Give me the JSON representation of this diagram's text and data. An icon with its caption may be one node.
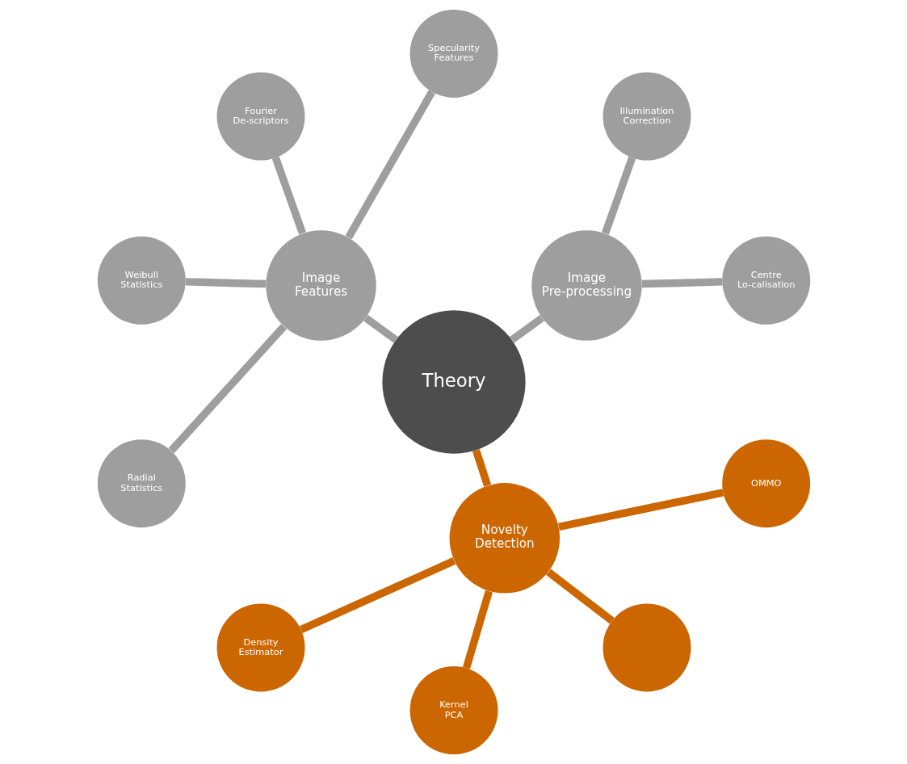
{
  "diagram": {
    "nodes": [
      {
        "text": [
          "Theory"
        ]
      },
      {
        "text": [
          "Image Pre-processing"
        ]
      },
      {
        "text": [
          "Centre Lo-calisation"
        ]
      },
      {
        "text": [
          "Illumination Correction"
        ]
      },
      {
        "text": [
          "Image Features"
        ]
      },
      {
        "text": [
          "Specularity Features"
        ]
      },
      {
        "text": [
          "Fourier De-scriptors"
        ]
      },
      {
        "text": [
          "Weibull Statistics"
        ]
      },
      {
        "text": [
          "Radial Statistics"
        ]
      },
      {
        "text": [
          "Novelty Detection"
        ]
      },
      {
        "text": [
          "Density Estimator"
        ]
      },
      {
        "text": [
          "Kernel PCA"
        ]
      },
      {
        "text": [],
        "shape": "circle"
      },
      {
        "text": [
          "OMMO"
        ]
      }
    ],
    "edges": [
      {
        "from": 0,
        "to": 1,
        "arrow": "none"
      },
      {
        "from": 1,
        "to": 2,
        "arrow": "none"
      },
      {
        "from": 1,
        "to": 3,
        "arrow": "none"
      },
      {
        "from": 0,
        "to": 4,
        "arrow": "none"
      },
      {
        "from": 4,
        "to": 5,
        "arrow": "none"
      },
      {
        "from": 4,
        "to": 6,
        "arrow": "none"
      },
      {
        "from": 4,
        "to": 7,
        "arrow": "none"
      },
      {
        "from": 4,
        "to": 8,
        "arrow": "none"
      },
      {
        "from": 0,
        "to": 9,
        "arrow": "none",
        "color": "#cc6600"
      },
      {
        "from": 9,
        "to": 10,
        "arrow": "none",
        "color": "#cc6600"
      },
      {
        "from": 9,
        "to": 11,
        "arrow": "none",
        "color": "#cc6600"
      },
      {
        "from": 9,
        "to": 12,
        "arrow": "none",
        "color": "#cc6600"
      },
      {
        "from": 9,
        "to": 13,
        "arrow": "none",
        "color": "#cc6600"
      }
    ]
  }
}
